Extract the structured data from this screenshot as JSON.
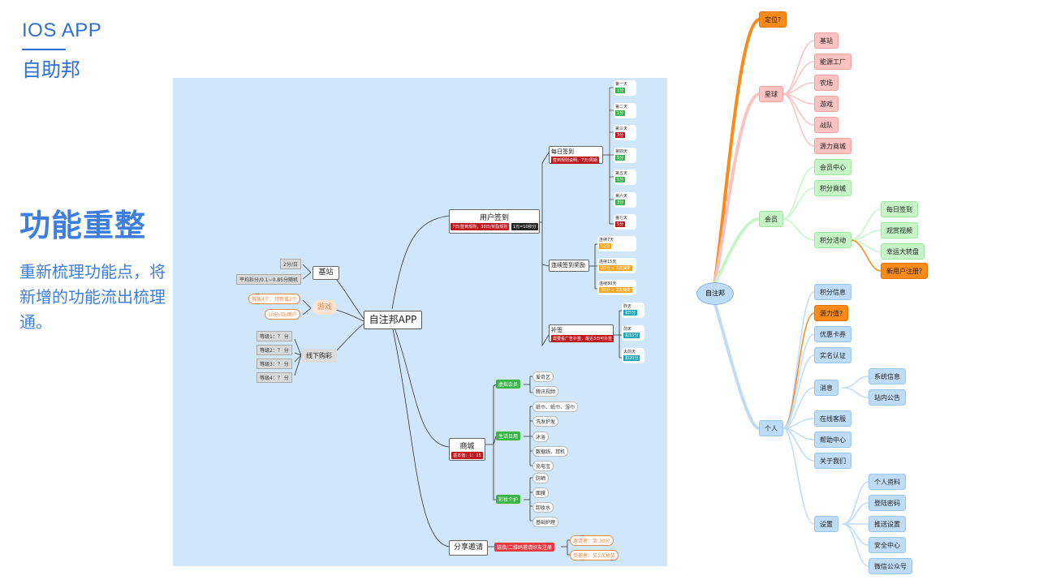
{
  "header": {
    "title": "IOS APP",
    "subtitle": "自助邦"
  },
  "headline": "功能重整",
  "description": "重新梳理功能点，将新增的功能流出梳理通。",
  "center_map": {
    "root": "自注邦APP",
    "jizhan": {
      "label": "基站",
      "items": [
        "2分/日",
        "平均拆分/0.1~0.85分随机"
      ]
    },
    "youxi": {
      "label": "游戏",
      "items": [
        "首版4个，月新增2个",
        "10分/日/用户"
      ]
    },
    "xianxia": {
      "label": "线下购彩",
      "items": [
        "等级1：？ 分",
        "等级2：？ 分",
        "等级3：？ 分",
        "等级4：？ 分"
      ]
    },
    "signin": {
      "label": "用户签到",
      "tag1": "7日/签到规则，30日/奖励规则",
      "tag2": "1元=10积分",
      "daily": {
        "label": "每日签到",
        "tag": "签到规则说明，7天/周期",
        "days": [
          {
            "name": "第一天",
            "val": "1分",
            "color": "#3ab54a"
          },
          {
            "name": "第二天",
            "val": "1分",
            "color": "#3ab54a"
          },
          {
            "name": "第三天",
            "val": "3分",
            "color": "#c0161c"
          },
          {
            "name": "第四天",
            "val": "5分",
            "color": "#3ab54a"
          },
          {
            "name": "第五天",
            "val": "5分",
            "color": "#3ab54a"
          },
          {
            "name": "第六天",
            "val": "3分",
            "color": "#3ab54a"
          },
          {
            "name": "第七天",
            "val": "5分",
            "color": "#c0161c"
          }
        ]
      },
      "continuous": {
        "label": "连续签到奖励",
        "items": [
          {
            "name": "连续7天",
            "val": "10分",
            "color": "#f5a623"
          },
          {
            "name": "连续15天",
            "val": "20分 + 1次抽奖",
            "color": "#f5a623"
          },
          {
            "name": "连续30天",
            "val": "30分 + 2次抽奖",
            "color": "#f5a623"
          }
        ]
      },
      "makeup": {
        "label": "补签",
        "tag": "需要看广告补签，最近3日可补签",
        "items": [
          {
            "name": "昨天",
            "val": "扣5分",
            "color": "#1aa6b8"
          },
          {
            "name": "前天",
            "val": "扣10分",
            "color": "#1aa6b8"
          },
          {
            "name": "大前天",
            "val": "扣20分",
            "color": "#1aa6b8"
          }
        ]
      }
    },
    "mall": {
      "label": "商城",
      "tag": "基本值：1：15",
      "groups": [
        {
          "label": "虚拟会员",
          "items": [
            "爱奇艺",
            "腾讯视频"
          ]
        },
        {
          "label": "生活日用",
          "items": [
            "纸巾、纸巾、湿巾",
            "洗发护发",
            "沐浴",
            "数据线、耳机",
            "充电宝"
          ]
        },
        {
          "label": "彩妆个护",
          "items": [
            "防晒",
            "面膜",
            "卸妆水",
            "基础护理"
          ]
        }
      ]
    },
    "invite": {
      "label": "分享邀请",
      "tag": "链接/二维码邀请好友注册",
      "items": [
        "邀请者：奖 30分",
        "受邀者：奖1次抽奖"
      ]
    }
  },
  "right_map": {
    "root": "自注邦",
    "branches": {
      "dingwei": "定位?",
      "xingqiu": {
        "label": "星球",
        "items": [
          "基站",
          "能源工厂",
          "农场",
          "游戏",
          "战队",
          "源力商城"
        ]
      },
      "huiyuan": {
        "label": "会员",
        "items": [
          "会员中心",
          "积分商城"
        ],
        "activity": {
          "label": "积分活动",
          "items": [
            "每日签到",
            "观赏视频",
            "幸运大转盘",
            "新用户注册?"
          ]
        }
      },
      "geren": {
        "label": "个人",
        "items": [
          "积分信息",
          "源力值?",
          "优惠卡券",
          "实名认证",
          "消息",
          "在线客服",
          "帮助中心",
          "关于我们",
          "设置"
        ],
        "message_sub": [
          "系统信息",
          "站内公告"
        ],
        "settings_sub": [
          "个人资料",
          "登陆密码",
          "推送设置",
          "安全中心",
          "微信公众号"
        ]
      }
    }
  },
  "colors": {
    "accent": "#2e6fd1",
    "panel": "#cfe6fb",
    "orange": "#fb8a19",
    "pink": "#fbc2c2",
    "green": "#c6f5c6",
    "blue": "#bfdcf7"
  }
}
